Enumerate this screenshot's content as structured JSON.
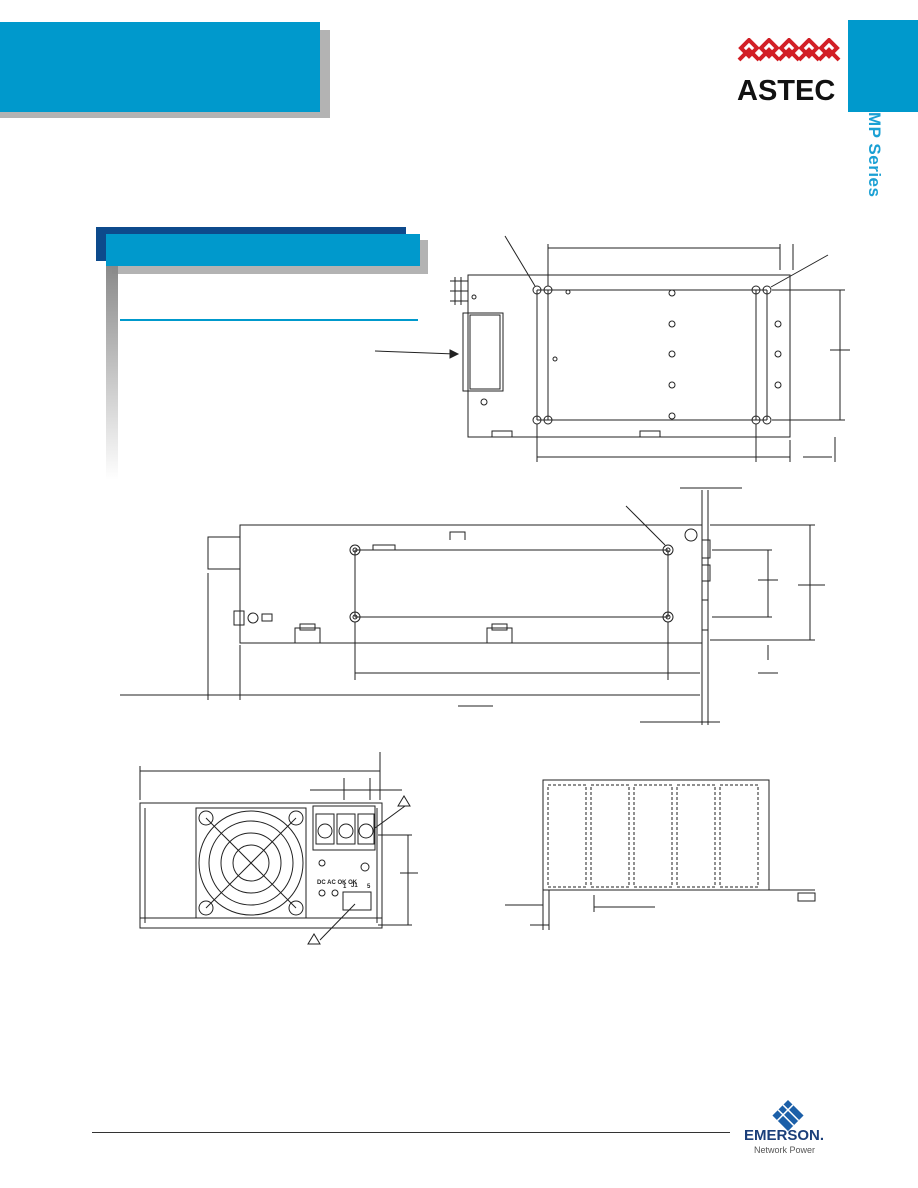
{
  "brand": {
    "astec_logo_text": "ASTEC",
    "emerson_logo_text": "EMERSON.",
    "emerson_tagline": "Network Power"
  },
  "side_tab": {
    "series_label": "MP  Series"
  },
  "drawing": {
    "connector_labels": {
      "signal": "DC  AC\nOK  OK",
      "j1": "J1",
      "pin1": "1",
      "pin5": "5"
    }
  },
  "colors": {
    "accent_blue": "#0099cc",
    "dark_blue": "#0d4a8c",
    "logo_red": "#d21f26",
    "shadow_gray": "#b3b3b3"
  }
}
